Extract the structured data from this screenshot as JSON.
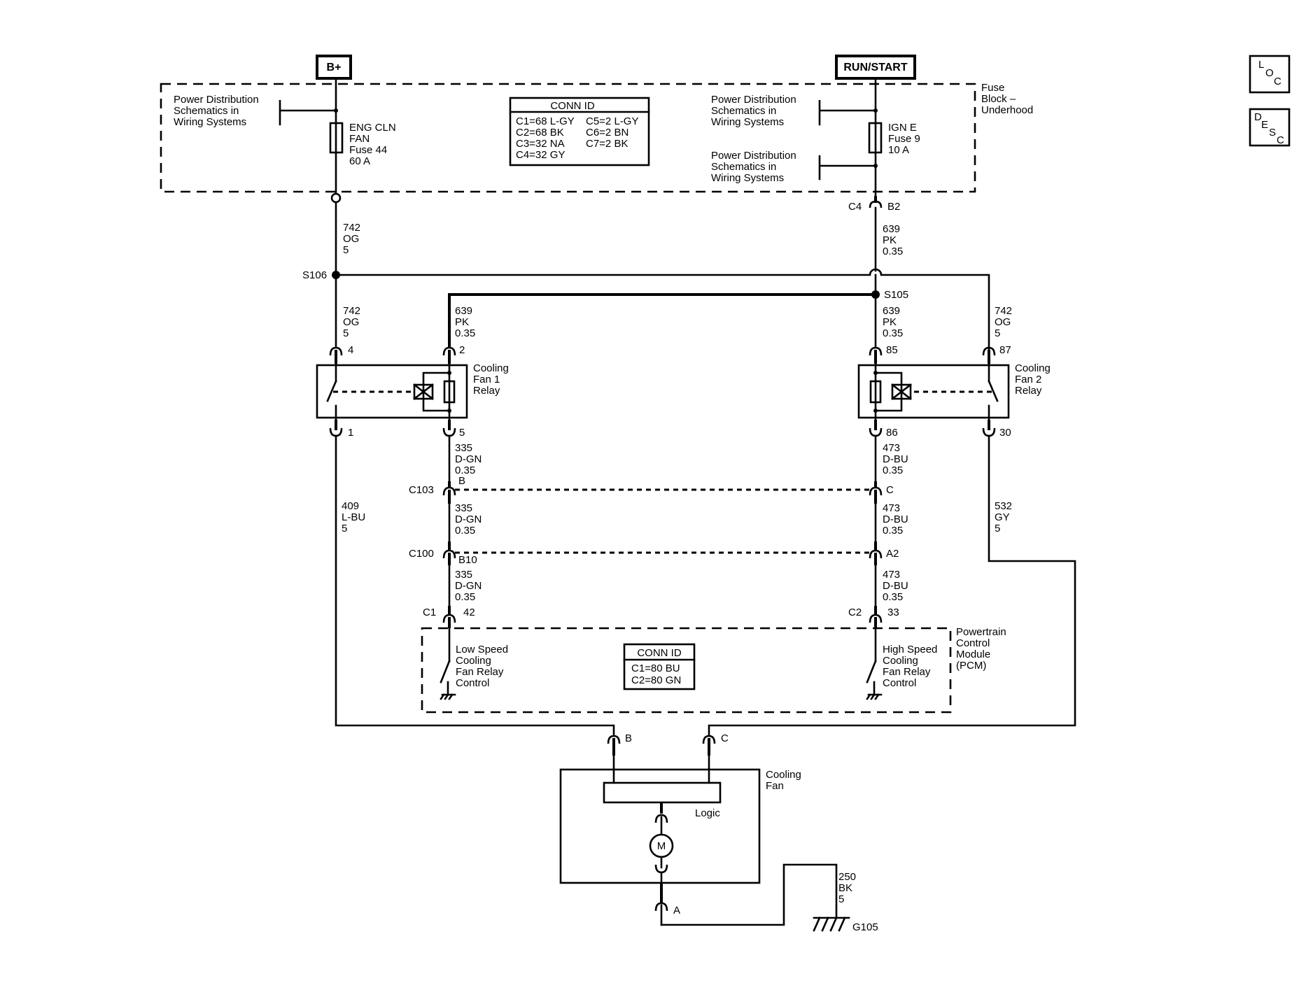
{
  "side_buttons": {
    "loc": [
      "L",
      "O",
      "C"
    ],
    "desc": [
      "D",
      "E",
      "S",
      "C"
    ]
  },
  "power": {
    "bplus": "B+",
    "runstart": "RUN/START"
  },
  "fuse_block": {
    "label": [
      "Fuse",
      "Block –",
      "Underhood"
    ],
    "pds_left": [
      "Power Distribution",
      "Schematics in",
      "Wiring  Systems"
    ],
    "pds_right_top": [
      "Power Distribution",
      "Schematics in",
      "Wiring  Systems"
    ],
    "pds_right_bottom": [
      "Power Distribution",
      "Schematics in",
      "Wiring  Systems"
    ],
    "fuse_left": [
      "ENG CLN",
      "FAN",
      "Fuse 44",
      "60 A"
    ],
    "fuse_right": [
      "IGN E",
      "Fuse 9",
      "10 A"
    ],
    "conn_id_title": "CONN ID",
    "conn_id_rows": [
      [
        "C1=68 L-GY",
        "C5=2 L-GY"
      ],
      [
        "C2=68 BK",
        "C6=2 BN"
      ],
      [
        "C3=32 NA",
        "C7=2 BK"
      ],
      [
        "C4=32 GY",
        ""
      ]
    ]
  },
  "connectors": {
    "c4": "C4",
    "b2": "B2",
    "s106": "S106",
    "s105": "S105",
    "pin4": "4",
    "pin2": "2",
    "pin85": "85",
    "pin87": "87",
    "pin1": "1",
    "pin5": "5",
    "pin86": "86",
    "pin30": "30",
    "c103": "C103",
    "c103_b": "B",
    "c103_c": "C",
    "c100": "C100",
    "c100_b10": "B10",
    "c100_a2": "A2",
    "c1": "C1",
    "pin42": "42",
    "c2": "C2",
    "pin33": "33",
    "fan_b": "B",
    "fan_c": "C",
    "fan_a": "A"
  },
  "wires": {
    "w742_top": [
      "742",
      "OG",
      "5"
    ],
    "w639_top": [
      "639",
      "PK",
      "0.35"
    ],
    "w742_left": [
      "742",
      "OG",
      "5"
    ],
    "w639_left": [
      "639",
      "PK",
      "0.35"
    ],
    "w639_right": [
      "639",
      "PK",
      "0.35"
    ],
    "w742_right": [
      "742",
      "OG",
      "5"
    ],
    "w335_a": [
      "335",
      "D-GN",
      "0.35"
    ],
    "w473_a": [
      "473",
      "D-BU",
      "0.35"
    ],
    "w409": [
      "409",
      "L-BU",
      "5"
    ],
    "w532": [
      "532",
      "GY",
      "5"
    ],
    "w335_b": [
      "335",
      "D-GN",
      "0.35"
    ],
    "w473_b": [
      "473",
      "D-BU",
      "0.35"
    ],
    "w335_c": [
      "335",
      "D-GN",
      "0.35"
    ],
    "w473_c": [
      "473",
      "D-BU",
      "0.35"
    ],
    "w250": [
      "250",
      "BK",
      "5"
    ]
  },
  "relays": {
    "fan1": [
      "Cooling",
      "Fan 1",
      "Relay"
    ],
    "fan2": [
      "Cooling",
      "Fan 2",
      "Relay"
    ]
  },
  "pcm": {
    "label": [
      "Powertrain",
      "Control",
      "Module",
      "(PCM)"
    ],
    "low": [
      "Low Speed",
      "Cooling",
      "Fan Relay",
      "Control"
    ],
    "high": [
      "High Speed",
      "Cooling",
      "Fan Relay",
      "Control"
    ],
    "conn_id_title": "CONN ID",
    "conn_id_rows": [
      "C1=80 BU",
      "C2=80 GN"
    ]
  },
  "fan": {
    "label": [
      "Cooling",
      "Fan"
    ],
    "logic": "Logic",
    "motor": "M"
  },
  "ground": {
    "label": "G105"
  }
}
